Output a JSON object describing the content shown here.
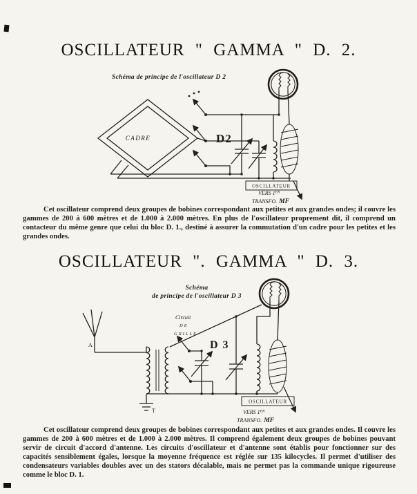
{
  "colors": {
    "paper": "#f6f4ee",
    "ink": "#23201b"
  },
  "d2": {
    "title": "OSCILLATEUR \" GAMMA \" D. 2.",
    "caption": "Schéma de principe de l'oscillateur D 2",
    "labels": {
      "cadre": "CADRE",
      "model": "D2",
      "oscillateur": "OSCILLATEUR",
      "vers": "VERS 1",
      "vers_sup": "ER",
      "transfo": "TRANSFO.",
      "mf": "MF"
    },
    "paragraph": "Cet oscillateur comprend deux groupes de bobines correspondant aux petites et aux grandes ondes; il couvre les gammes de 200 à 600 mètres et de 1.000 à 2.000 mètres. En plus de l'oscillateur proprement dit, il comprend un contacteur du même genre que celui du bloc D. 1., destiné à assurer la commutation d'un cadre pour les petites et les grandes ondes."
  },
  "d3": {
    "title": "OSCILLATEUR \". GAMMA \" D. 3.",
    "caption_line1": "Schéma",
    "caption_line2": "de principe de l'oscillateur D 3",
    "labels": {
      "circuit": "Circuit",
      "de": "DE",
      "grille": "GRILLE",
      "model": "D 3",
      "antenna": "A",
      "ground": "T",
      "oscillateur": "OSCILLATEUR",
      "vers": "VERS 1",
      "vers_sup": "ER",
      "transfo": "TRANSFO.",
      "mf": "MF"
    },
    "paragraph": "Cet oscillateur comprend deux groupes de bobines correspondant aux petites et aux grandes ondes. Il couvre les gammes de 200 à 600 mètres et de 1.000 à 2.000 mètres. Il comprend également deux groupes de bobines pouvant servir de circuit d'accord d'antenne. Les circuits d'oscillateur et d'antenne sont établis pour fonctionner sur des capacités sensiblement égales, lorsque la moyenne fréquence est réglée sur 135 kilocycles. Il permet d'utiliser des condensateurs variables doubles avec un des stators décalable, mais ne permet pas la commande unique rigoureuse comme le bloc D. 1."
  }
}
